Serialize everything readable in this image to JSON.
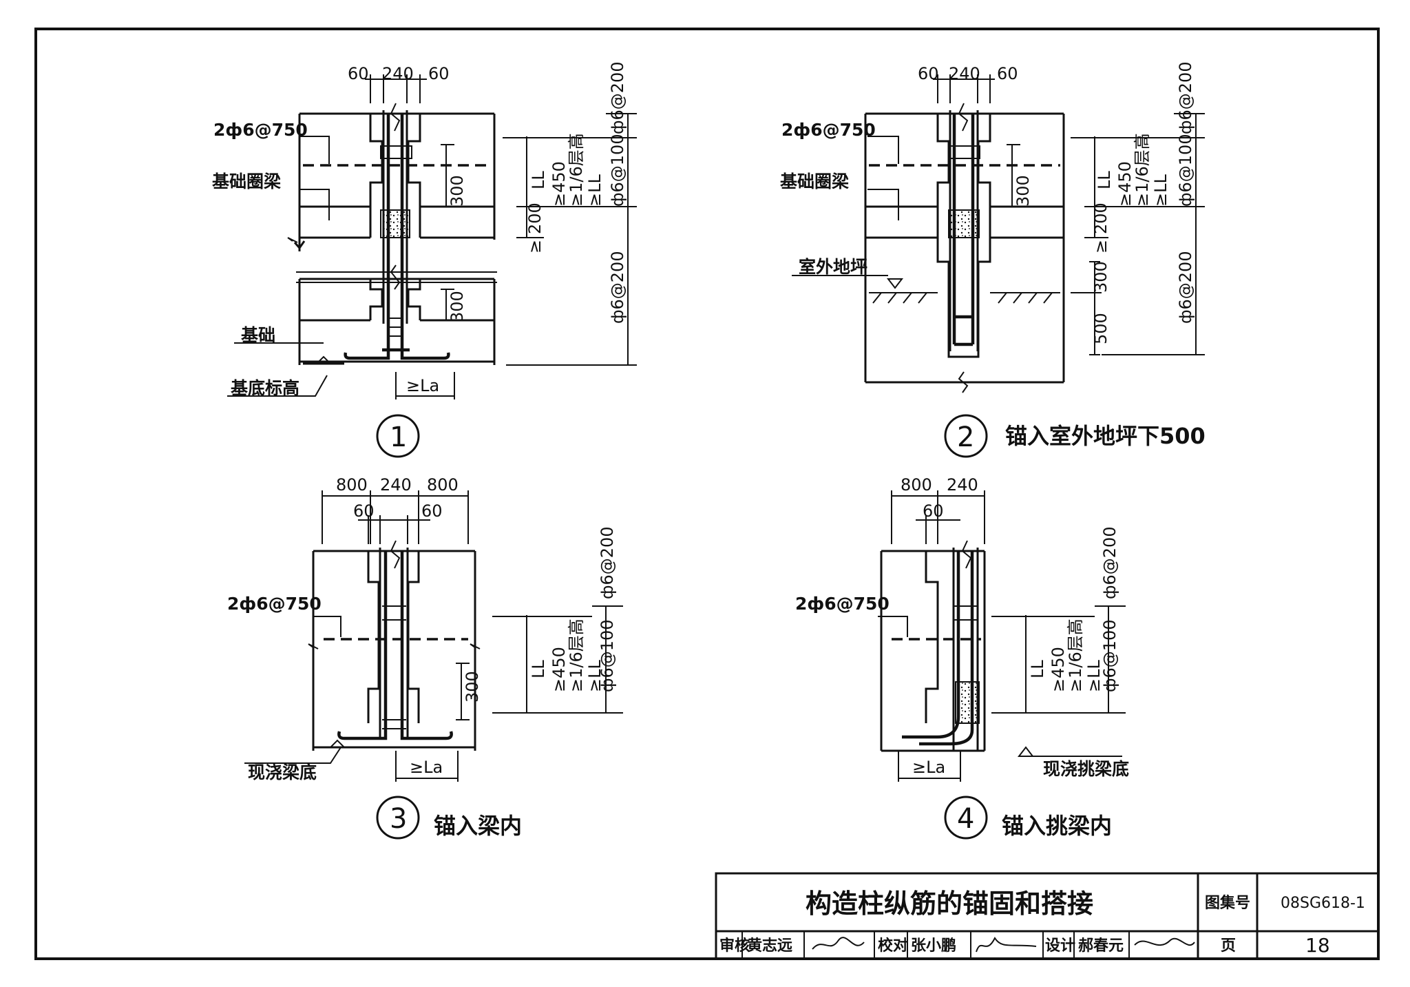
{
  "detail_1": {
    "number": "1",
    "top_dims": [
      "60",
      "240",
      "60"
    ],
    "label_ties": "2ф6@750",
    "label_ring_beam": "基础圈梁",
    "label_foundation": "基础",
    "label_base_elev": "基底标高",
    "dim_300_upper": "300",
    "dim_300_lower": "300",
    "dim_200": "200",
    "dim_ge": "≥",
    "dim_ll": "LL",
    "dim_ge450": "≥450",
    "dim_ge_sixth": "≥1/6层高",
    "dim_ge_ll": "≥LL",
    "stirrup_top": "ф6@200",
    "stirrup_mid": "ф6@100",
    "stirrup_bot": "ф6@200",
    "anchor": "≥La"
  },
  "detail_2": {
    "number": "2",
    "caption": "锚入室外地坪下500",
    "top_dims": [
      "60",
      "240",
      "60"
    ],
    "label_ties": "2ф6@750",
    "label_ring_beam": "基础圈梁",
    "label_grade": "室外地坪",
    "dim_300_upper": "300",
    "dim_200": "200",
    "dim_ge": "≥",
    "dim_300_lower": "300",
    "dim_500": "500",
    "dim_ll": "LL",
    "dim_ge450": "≥450",
    "dim_ge_sixth": "≥1/6层高",
    "dim_ge_ll": "≥LL",
    "stirrup_top": "ф6@200",
    "stirrup_mid": "ф6@100",
    "stirrup_bot": "ф6@200"
  },
  "detail_3": {
    "number": "3",
    "caption": "锚入梁内",
    "top_dims": [
      "800",
      "240",
      "800"
    ],
    "sub_dims": [
      "60",
      "60"
    ],
    "label_ties": "2ф6@750",
    "label_beam_bottom": "现浇梁底",
    "dim_300": "300",
    "dim_ll": "LL",
    "dim_ge450": "≥450",
    "dim_ge_sixth": "≥1/6层高",
    "dim_ge_ll": "≥LL",
    "stirrup_top": "ф6@200",
    "stirrup_mid": "ф6@100",
    "anchor": "≥La"
  },
  "detail_4": {
    "number": "4",
    "caption": "锚入挑梁内",
    "top_dims": [
      "800",
      "240"
    ],
    "sub_dims": [
      "60"
    ],
    "label_ties": "2ф6@750",
    "label_beam_bottom": "现浇挑梁底",
    "dim_ll": "LL",
    "dim_ge450": "≥450",
    "dim_ge_sixth": "≥1/6层高",
    "dim_ge_ll": "≥LL",
    "stirrup_top": "ф6@200",
    "stirrup_mid": "ф6@100",
    "anchor": "≥La"
  },
  "title_block": {
    "title": "构造柱纵筋的锚固和搭接",
    "atlas_label": "图集号",
    "atlas_value": "08SG618-1",
    "review_label": "审核",
    "review_name": "黄志远",
    "check_label": "校对",
    "check_name": "张小鹏",
    "design_label": "设计",
    "design_name": "郝春元",
    "page_label": "页",
    "page_value": "18"
  }
}
